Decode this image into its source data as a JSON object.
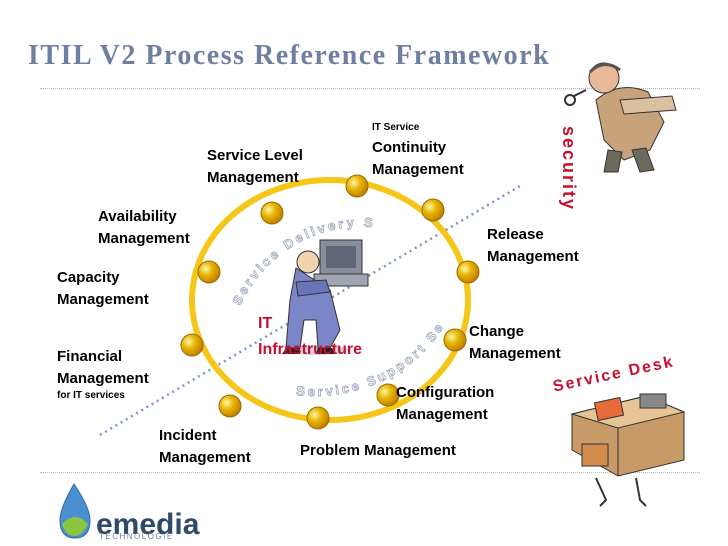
{
  "title": "ITIL V2 Process Reference Framework",
  "center_label_line1": "IT",
  "center_label_line2": "Infrastructure",
  "arc_delivery": "Service Delivery Set",
  "arc_support": "Service Support Set",
  "security_label": "security",
  "service_desk_label": "Service Desk",
  "processes": {
    "service_level": [
      "Service Level",
      "Management"
    ],
    "continuity_small": "IT Service",
    "continuity": [
      "Continuity",
      "Management"
    ],
    "availability": [
      "Availability",
      "Management"
    ],
    "release": [
      "Release",
      "Management"
    ],
    "capacity": [
      "Capacity",
      "Management"
    ],
    "change": [
      "Change",
      "Management"
    ],
    "financial": [
      "Financial",
      "Management"
    ],
    "financial_small": "for IT services",
    "configuration": [
      "Configuration",
      "Management"
    ],
    "incident": [
      "Incident",
      "Management"
    ],
    "problem": "Problem Management"
  },
  "logo": {
    "name": "emedia",
    "sub": "TECHNOLOGIE"
  },
  "colors": {
    "ring": "#f5c518",
    "title": "#6f7fa1",
    "accent_red": "#c8102e",
    "dots": "#7b95c9"
  }
}
